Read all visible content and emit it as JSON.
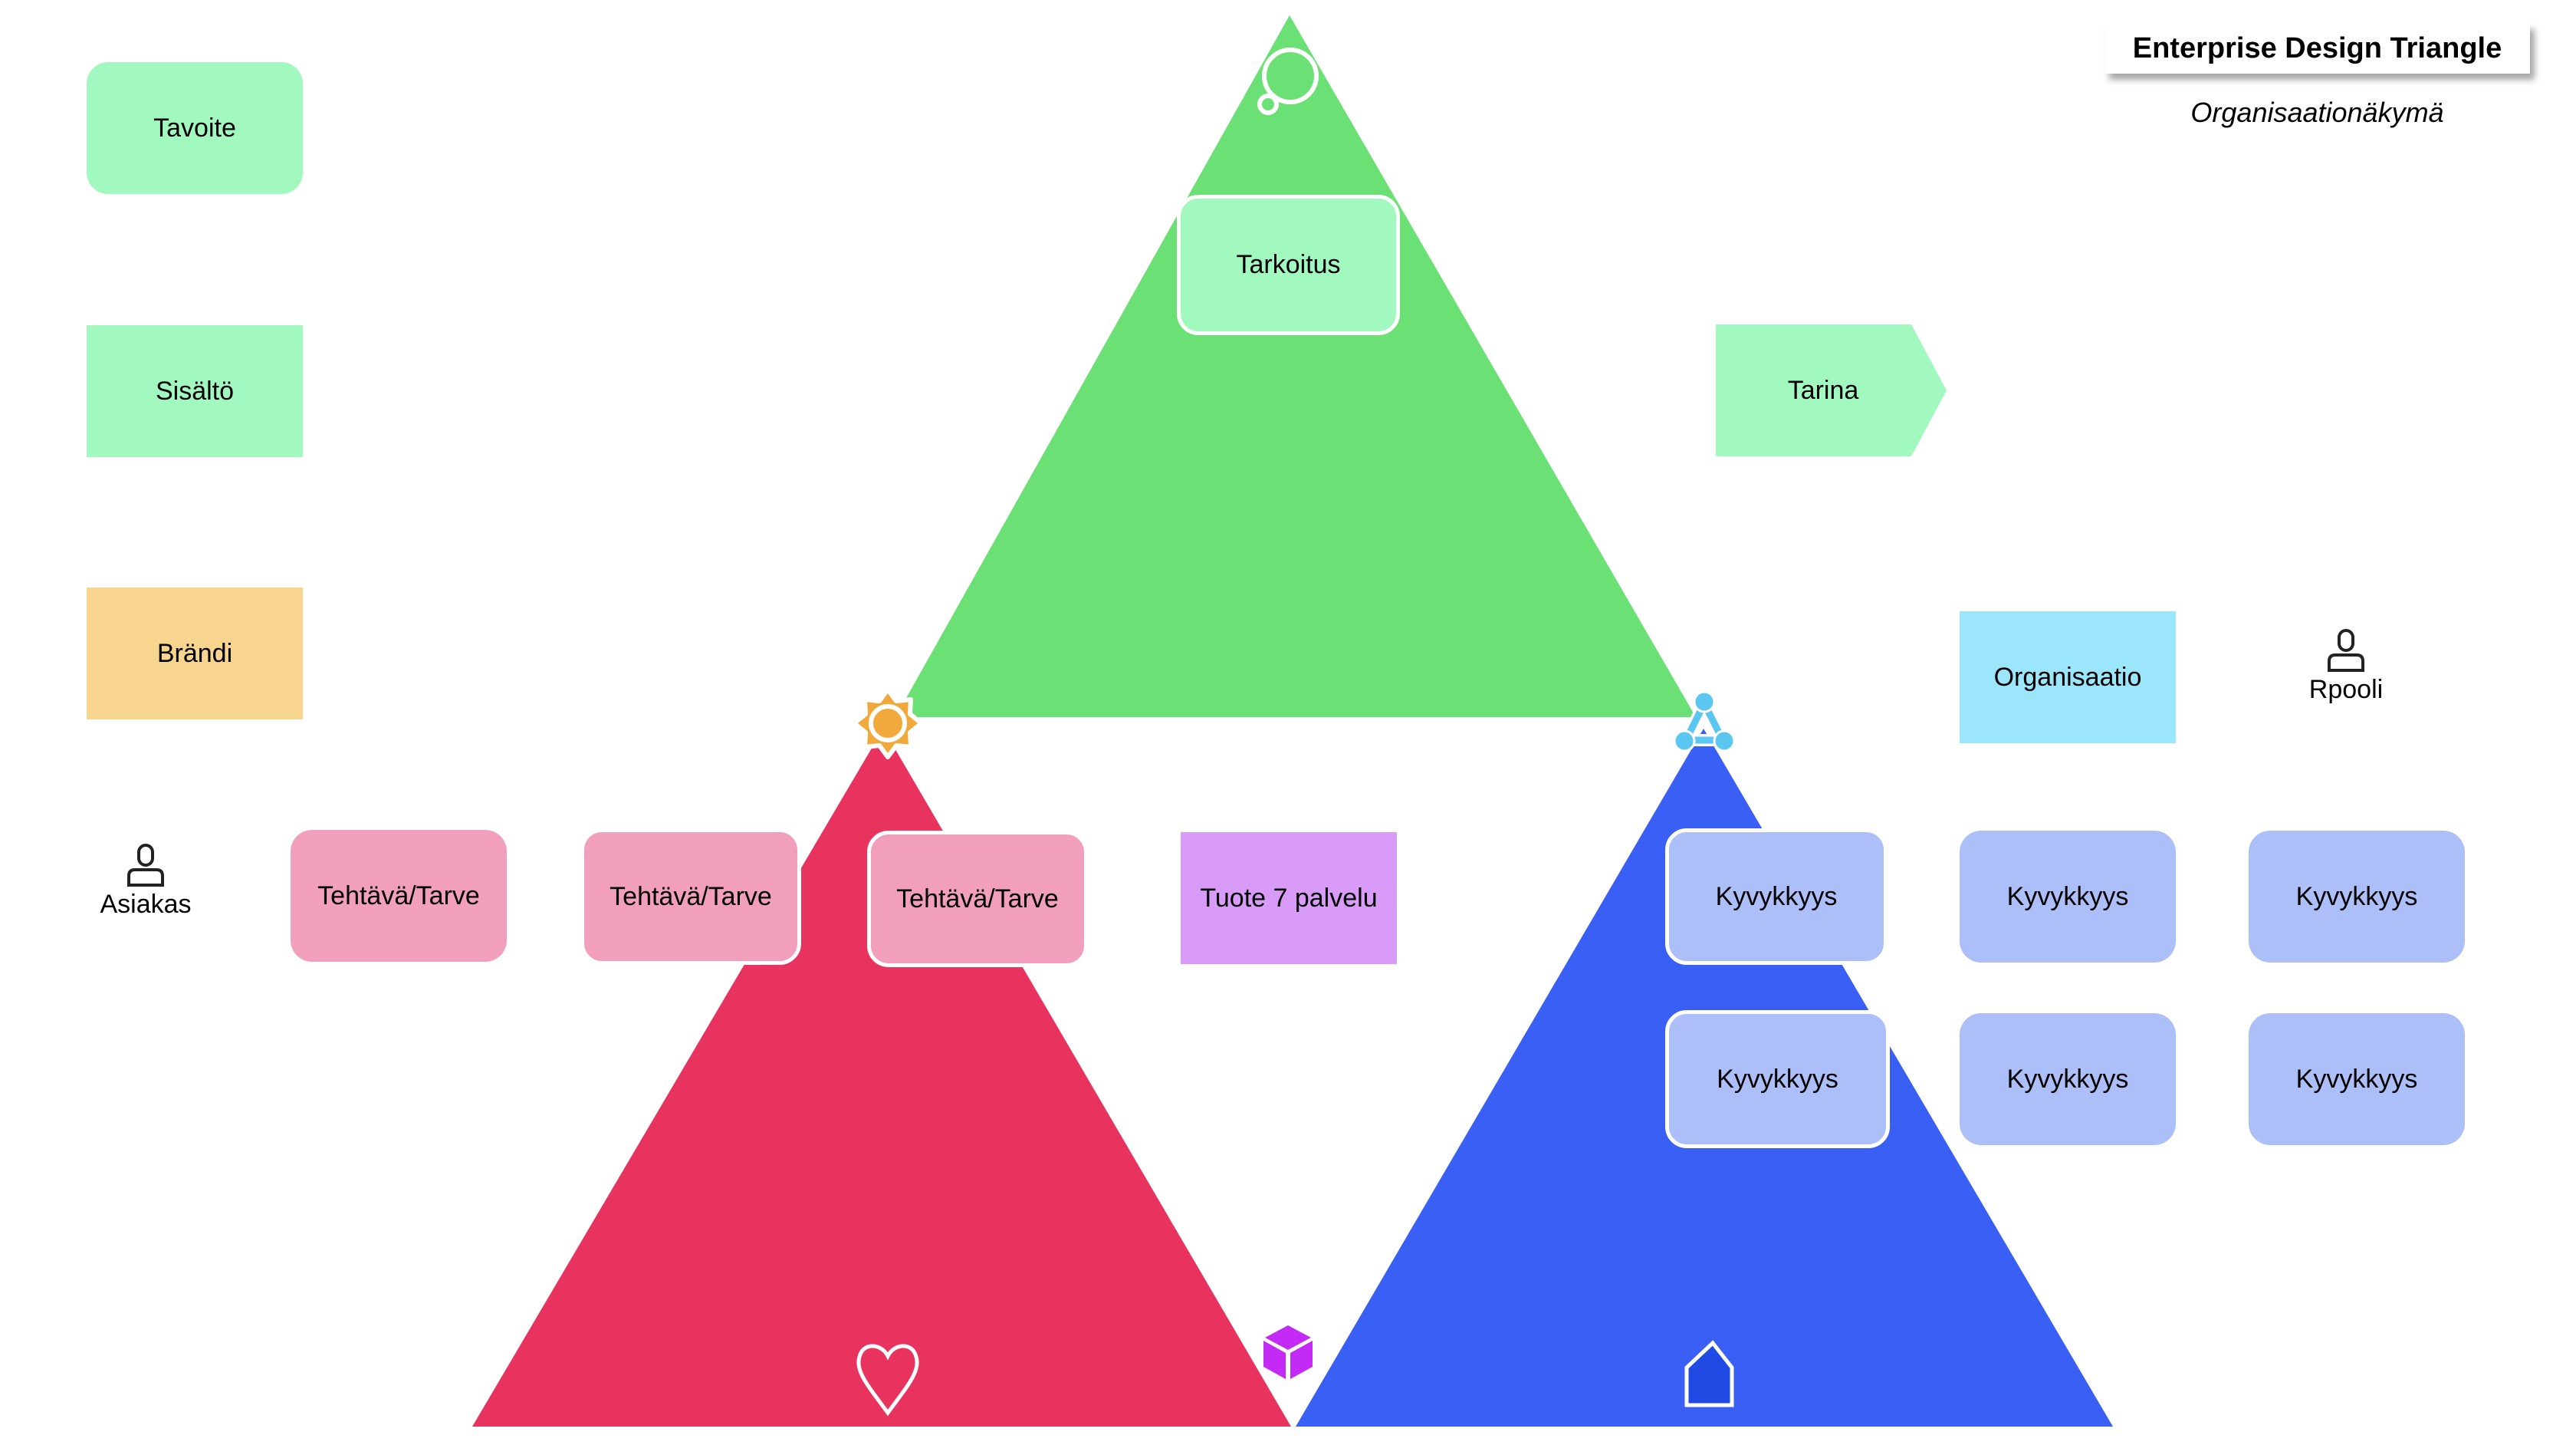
{
  "header": {
    "title": "Enterprise Design Triangle",
    "subtitle": "Organisaationäkymä"
  },
  "colors": {
    "top_triangle": "#6BE075",
    "left_triangle": "#E9335F",
    "right_triangle": "#3A5FF5",
    "light_green": "#A2F9BF",
    "orange": "#F7D58E",
    "pink": "#F19FBC",
    "purple": "#D99BF8",
    "cyan": "#9BE6FA",
    "light_blue": "#ADBFF9",
    "sun_icon": "#F2A93B",
    "network_icon": "#5BC7F0",
    "cube_icon": "#C42AF5"
  },
  "legend": {
    "goal": "Tavoite",
    "content": "Sisältö",
    "brand": "Brändi"
  },
  "actors": {
    "customer": "Asiakas",
    "role_pool": "Rpooli"
  },
  "notes": {
    "purpose": "Tarkoitus",
    "story": "Tarina",
    "organization": "Organisaatio",
    "product": "Tuote 7 palvelu",
    "tasks": [
      "Tehtävä/Tarve",
      "Tehtävä/Tarve",
      "Tehtävä/Tarve"
    ],
    "capabilities": [
      "Kyvykkyys",
      "Kyvykkyys",
      "Kyvykkyys",
      "Kyvykkyys",
      "Kyvykkyys",
      "Kyvykkyys"
    ]
  },
  "icons": {
    "top": "thought-bubble-icon",
    "left_corner": "sun-icon",
    "right_corner": "network-icon",
    "left_bottom": "heart-icon",
    "center_bottom": "cube-icon",
    "right_bottom": "house-icon"
  }
}
